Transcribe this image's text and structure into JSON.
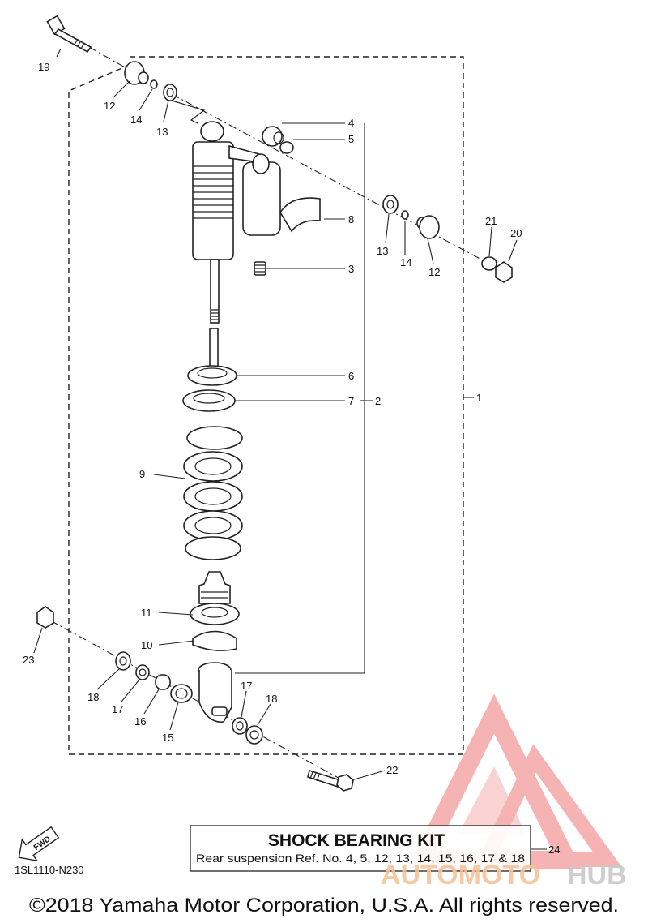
{
  "diagram": {
    "callouts": {
      "c1": "1",
      "c2": "2",
      "c3": "3",
      "c4": "4",
      "c5": "5",
      "c6": "6",
      "c7": "7",
      "c8": "8",
      "c9": "9",
      "c10": "10",
      "c11": "11",
      "c12a": "12",
      "c12b": "12",
      "c13a": "13",
      "c13b": "13",
      "c14a": "14",
      "c14b": "14",
      "c15": "15",
      "c16": "16",
      "c17a": "17",
      "c17b": "17",
      "c18a": "18",
      "c18b": "18",
      "c19": "19",
      "c20": "20",
      "c21": "21",
      "c22": "22",
      "c23": "23",
      "c24": "24"
    },
    "kit_box": {
      "title": "SHOCK BEARING KIT",
      "subtitle": "Rear suspension Ref. No. 4, 5, 12, 13, 14, 15, 16, 17 & 18"
    },
    "fwd_label": "FWD",
    "diagram_code": "1SL1110-N230",
    "copyright": "©2018 Yamaha Motor Corporation, U.S.A. All rights reserved."
  },
  "watermark": {
    "text_part1": "AUTOMOTO",
    "text_part2": "HUB",
    "color_primary": "#f4a6a6",
    "color_secondary": "#f6c39a"
  }
}
